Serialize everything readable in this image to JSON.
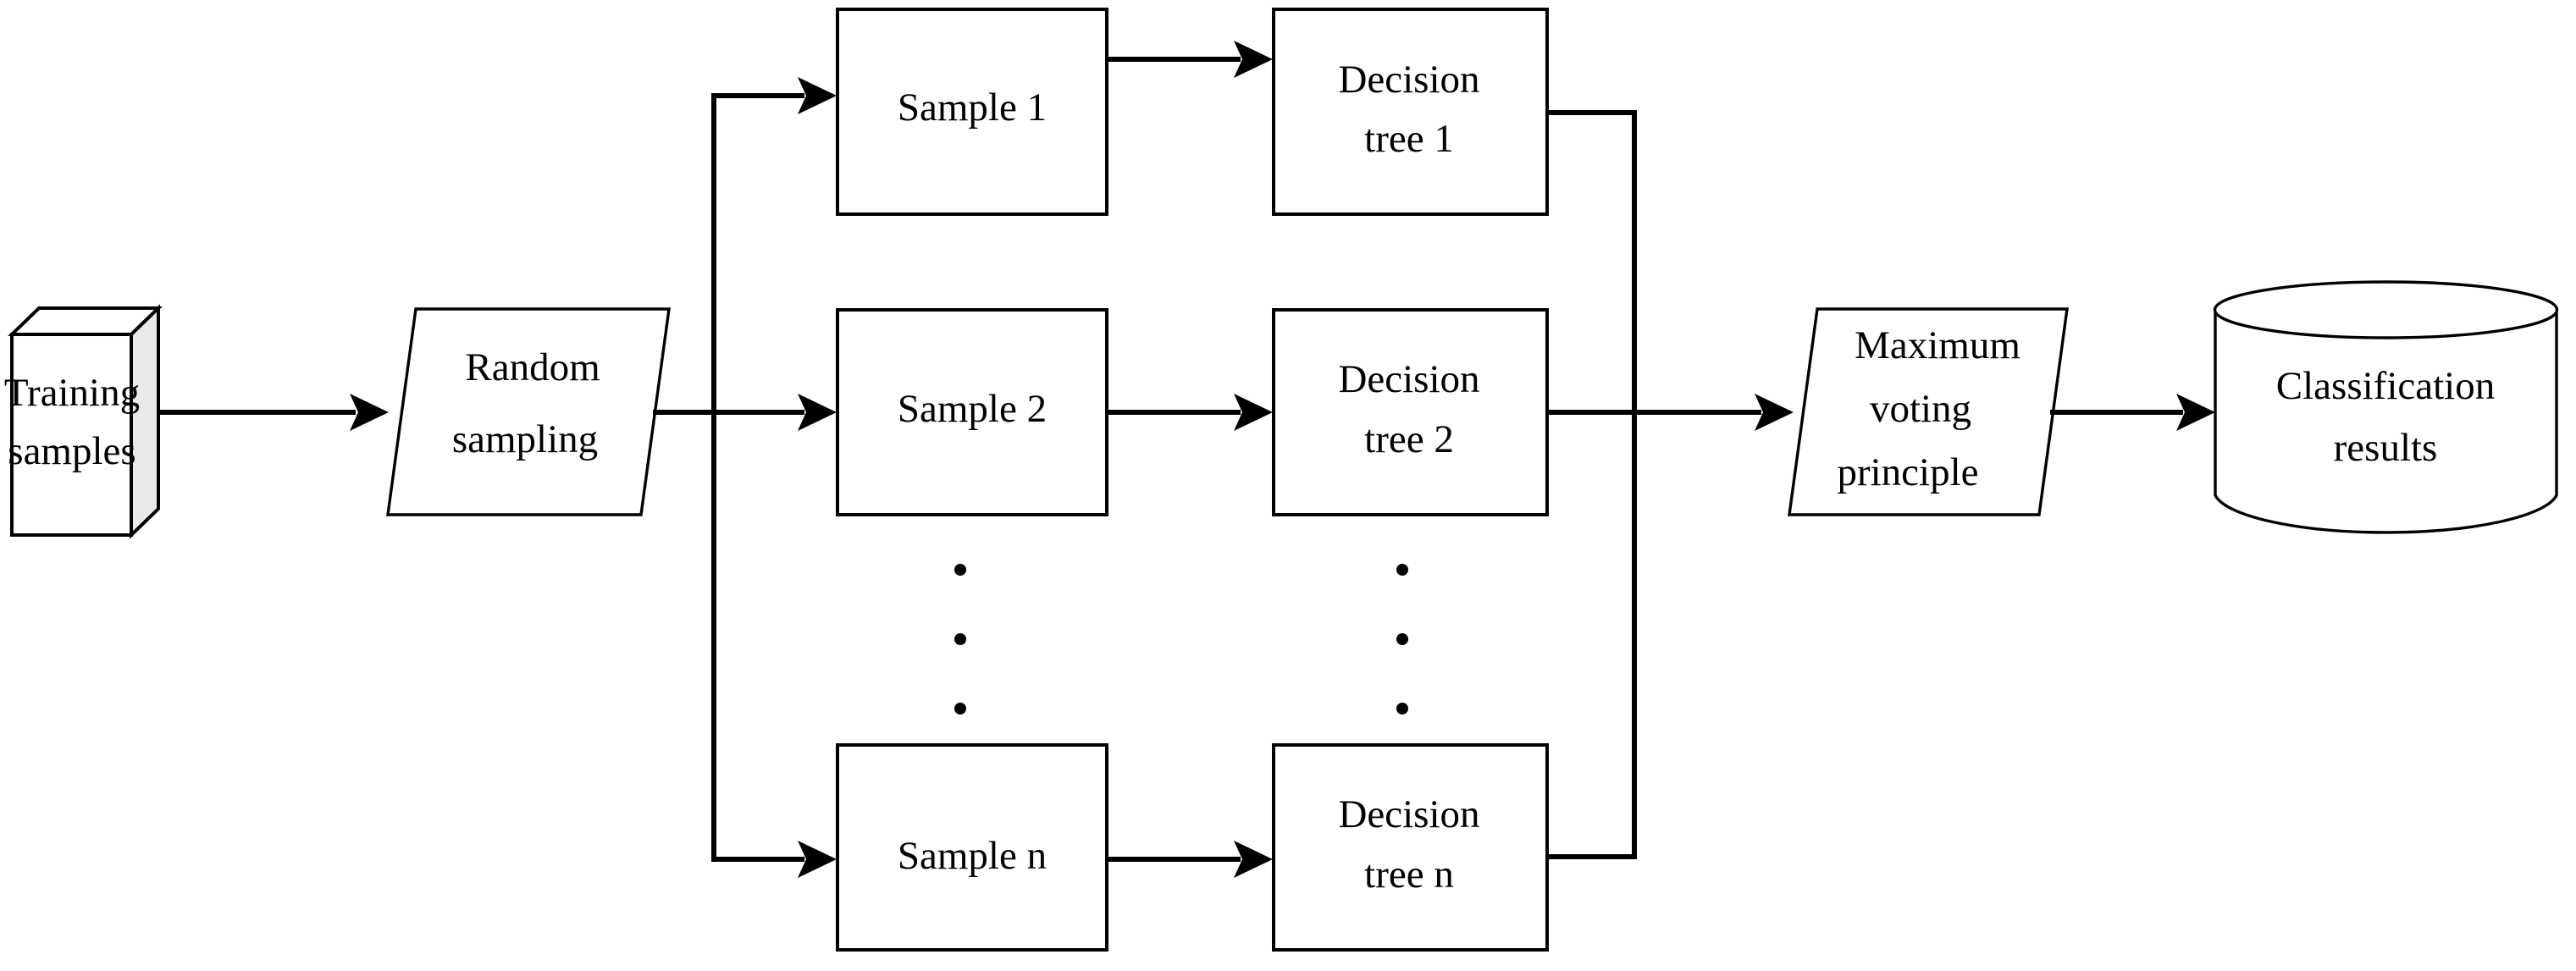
{
  "diagram": {
    "title": "Random forest classification flowchart",
    "colors": {
      "stroke": "#000000",
      "background": "#ffffff",
      "box_side_fill": "#e9e9e9"
    },
    "nodes": {
      "training_samples": {
        "shape": "3d-box",
        "line1": "Training",
        "line2": "samples"
      },
      "random_sampling": {
        "shape": "parallelogram",
        "line1": "Random",
        "line2": "sampling"
      },
      "sample_1": {
        "shape": "rectangle",
        "label": "Sample 1"
      },
      "sample_2": {
        "shape": "rectangle",
        "label": "Sample 2"
      },
      "sample_n": {
        "shape": "rectangle",
        "label": "Sample n"
      },
      "decision_tree_1": {
        "shape": "rectangle",
        "line1": "Decision",
        "line2": "tree 1"
      },
      "decision_tree_2": {
        "shape": "rectangle",
        "line1": "Decision",
        "line2": "tree 2"
      },
      "decision_tree_n": {
        "shape": "rectangle",
        "line1": "Decision",
        "line2": "tree n"
      },
      "maximum_voting": {
        "shape": "parallelogram",
        "line1": "Maximum",
        "line2": "voting",
        "line3": "principle"
      },
      "classification_results": {
        "shape": "cylinder",
        "line1": "Classification",
        "line2": "results"
      }
    },
    "ellipsis": {
      "sample_column": "·",
      "tree_column": "·"
    }
  }
}
